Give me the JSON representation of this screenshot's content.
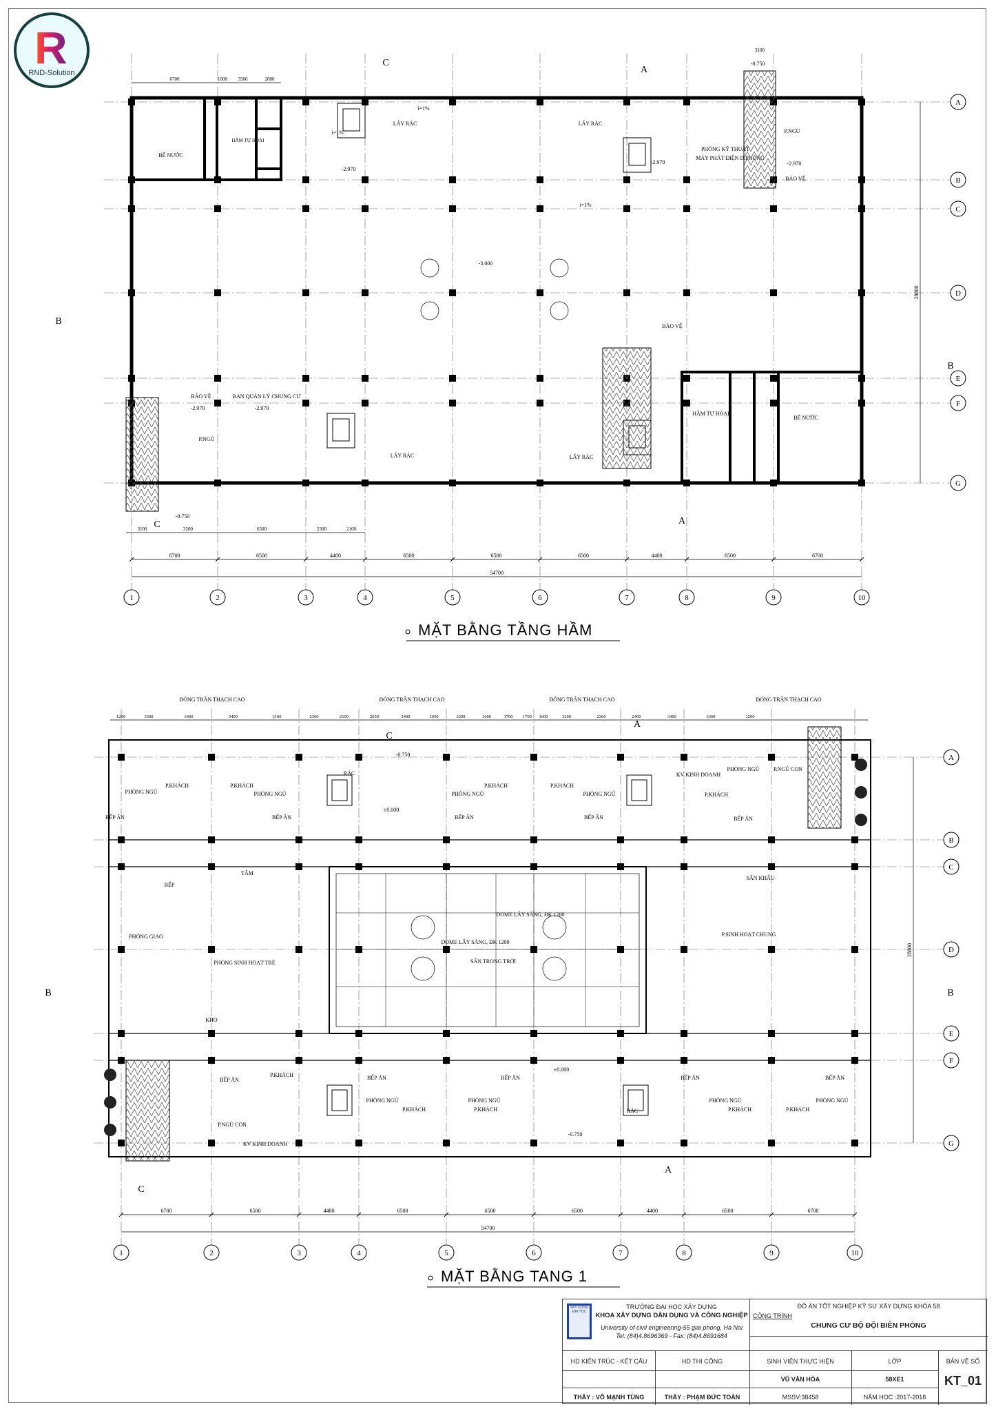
{
  "logo": {
    "text": "RND-Solution"
  },
  "basement": {
    "title": "MẶT BẰNG TẦNG HẦM",
    "grid_cols": [
      "1",
      "2",
      "3",
      "4",
      "5",
      "6",
      "7",
      "8",
      "9",
      "10"
    ],
    "grid_rows": [
      "A",
      "B",
      "C",
      "D",
      "E",
      "F",
      "G"
    ],
    "bay_dims": [
      "6700",
      "6500",
      "4400",
      "6500",
      "6500",
      "6500",
      "4400",
      "6500",
      "6700"
    ],
    "total_dim": "54700",
    "depth_dim": "28800",
    "top_dims": [
      "6700",
      "1000",
      "3500",
      "2000"
    ],
    "ramp_dim": "3100",
    "sub_dims": [
      "3100",
      "3200",
      "6500",
      "2300",
      "2100"
    ],
    "rooms": [
      "BỂ NƯỚC",
      "HẦM TỰ HOẠI",
      "LẤY RÁC",
      "LẤY RÁC",
      "PHÒNG KỸ THUẬT",
      "MÁY PHÁT ĐIỆN D.PHÒNG",
      "P.NGỦ",
      "BẢO VỆ",
      "-3.000",
      "BẢO VỆ",
      "BAN QUẢN LÝ CHUNG CƯ",
      "P.NGỦ",
      "LẤY RÁC",
      "LẤY RÁC",
      "HẦM TỰ HOẠI",
      "BỂ NƯỚC",
      "BẢO VỆ",
      "-2.970",
      "-2.970",
      "-2.970",
      "-2.970",
      "-2.970",
      "-0.750",
      "-0.750",
      "i=1%",
      "i=1%",
      "i=1%"
    ],
    "section_marks": [
      "A",
      "A",
      "B",
      "B",
      "C",
      "C"
    ]
  },
  "floor1": {
    "title": "MẶT BẰNG TANG 1",
    "grid_cols": [
      "1",
      "2",
      "3",
      "4",
      "5",
      "6",
      "7",
      "8",
      "9",
      "10"
    ],
    "grid_rows": [
      "A",
      "B",
      "C",
      "D",
      "E",
      "F",
      "G"
    ],
    "bay_dims": [
      "6700",
      "6500",
      "4400",
      "6500",
      "6500",
      "6500",
      "4400",
      "6500",
      "6700"
    ],
    "total_dim": "54700",
    "depth_dim": "28800",
    "top_dims": [
      "1200",
      "3300",
      "3400",
      "3400",
      "3100",
      "2300",
      "2100",
      "2050",
      "2400",
      "2050",
      "3200",
      "1600",
      "1700",
      "1700",
      "1600",
      "3200",
      "2300",
      "2400",
      "3400",
      "3300",
      "1200"
    ],
    "rooms": [
      "PHÒNG NGỦ",
      "PHÒNG NGỦ",
      "PHÒNG NGỦ",
      "PHÒNG NGỦ",
      "PHÒNG NGỦ",
      "P.KHÁCH",
      "P.KHÁCH",
      "P.KHÁCH",
      "P.KHÁCH",
      "P.KHÁCH",
      "BẾP ĂN",
      "BẾP ĂN",
      "BẾP ĂN",
      "BẾP ĂN",
      "BẾP ĂN",
      "KV KINH DOANH",
      "P.NGỦ CON",
      "BẾP",
      "TẮM",
      "PHÒNG GIAO",
      "PHÒNG SINH HOẠT TRẺ",
      "KHO",
      "SÂN TRONG TRỜI",
      "SÂN KHẤU",
      "P.SINH HOẠT CHUNG",
      "BẾP ĂN",
      "P.NGỦ CON",
      "KV KINH DOANH",
      "P.KHÁCH",
      "PHÒNG NGỦ",
      "PHÒNG NGỦ",
      "PHÒNG NGỦ",
      "PHÒNG NGỦ",
      "P.KHÁCH",
      "P.KHÁCH",
      "P.KHÁCH",
      "P.KHÁCH",
      "BẾP ĂN",
      "BẾP ĂN",
      "BẾP ĂN",
      "BẾP ĂN",
      "RÁC",
      "RÁC",
      "ĐÓNG TRẦN THẠCH CAO",
      "ĐÓNG TRẦN THẠCH CAO",
      "ĐÓNG TRẦN THẠCH CAO",
      "ĐÓNG TRẦN THẠCH CAO",
      "DOME LẤY SÁNG, ĐK 1200",
      "DOME LẤY SÁNG, ĐK 1200",
      "-0.750",
      "-0.750",
      "±0.000",
      "±0.000"
    ],
    "section_marks": [
      "A",
      "A",
      "B",
      "B",
      "C",
      "C"
    ]
  },
  "title_block": {
    "school": "TRƯỜNG ĐẠI HỌC XÂY DỰNG",
    "faculty": "KHOA XÂY DỰNG DÂN DỤNG VÀ CÔNG NGHIỆP",
    "address": "University of civil engineering-55 giai phong, Ha Noi",
    "contact": "Tel: (84)4.8696369 - Fax: (84)4.8691684",
    "project_heading": "ĐỒ ÁN TỐT NGHIỆP KỸ SƯ XÂY DỰNG KHÓA 58",
    "project_label": "CÔNG TRÌNH",
    "project_name": "CHUNG CƯ BỘ ĐỘI BIÊN PHÒNG",
    "headers": [
      "HD KIẾN TRÚC - KẾT CẤU",
      "HD THI CÔNG",
      "SINH VIÊN THỰC HIỆN",
      "LỚP",
      "BẢN VẼ SỐ"
    ],
    "advisor_arch": "THẦY : VÕ MẠNH TÙNG",
    "advisor_const": "THẦY : PHẠM ĐỨC TOÀN",
    "student": "VŨ VĂN HÒA",
    "student_id": "MSSV:38458",
    "class": "58XE1",
    "school_year": "NĂM HỌC :2017-2018",
    "sheet_no": "KT_01",
    "school_logo_text": "XÂY DỰNG ĐẠI HỌC"
  }
}
